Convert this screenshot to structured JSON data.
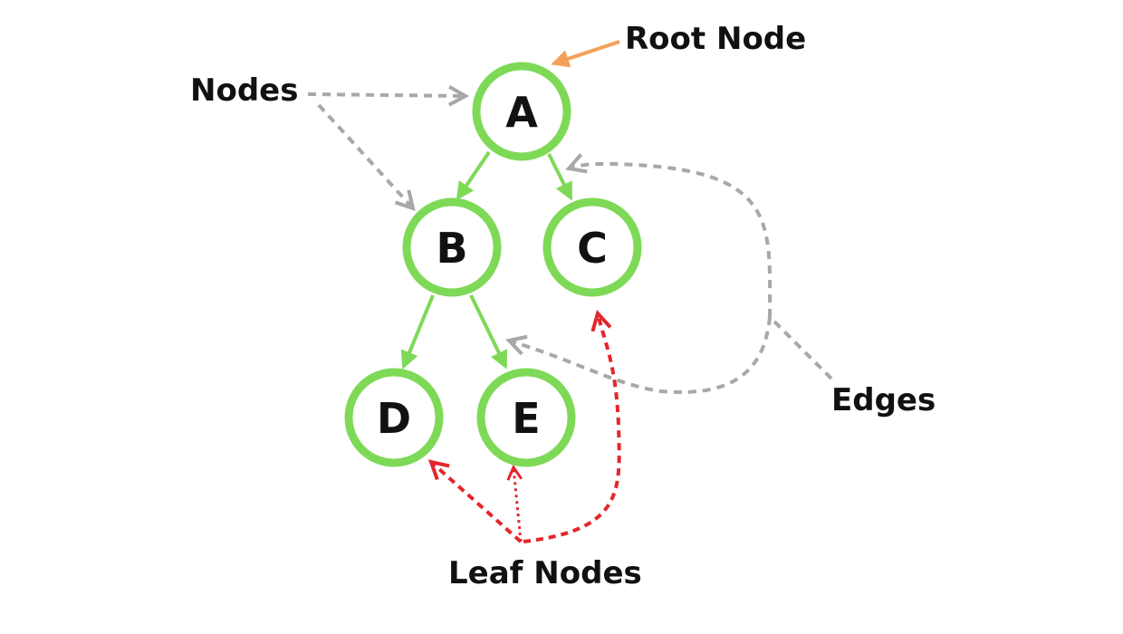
{
  "colors": {
    "node_stroke": "#7ed957",
    "edge": "#7ed957",
    "root_arrow": "#f4a05a",
    "gray_arrow": "#a8a8a8",
    "leaf_arrow": "#e3262b",
    "text": "#111111"
  },
  "nodes": [
    {
      "id": "A",
      "label": "A"
    },
    {
      "id": "B",
      "label": "B"
    },
    {
      "id": "C",
      "label": "C"
    },
    {
      "id": "D",
      "label": "D"
    },
    {
      "id": "E",
      "label": "E"
    }
  ],
  "edges": [
    {
      "from": "A",
      "to": "B"
    },
    {
      "from": "A",
      "to": "C"
    },
    {
      "from": "B",
      "to": "D"
    },
    {
      "from": "B",
      "to": "E"
    }
  ],
  "annotations": {
    "root_node": "Root Node",
    "nodes": "Nodes",
    "edges": "Edges",
    "leaf_nodes": "Leaf Nodes"
  }
}
